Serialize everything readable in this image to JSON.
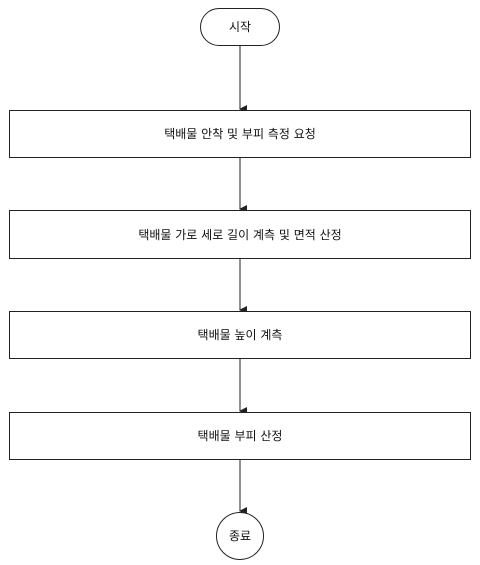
{
  "flowchart": {
    "start": {
      "label": "시작"
    },
    "steps": [
      {
        "label": "택배물 안착 및 부피 측정 요청"
      },
      {
        "label": "택배물 가로 세로 길이 계측 및 면적 산정"
      },
      {
        "label": "택배물 높이 계측"
      },
      {
        "label": "택배물 부피 산정"
      }
    ],
    "end": {
      "label": "종료"
    },
    "colors": {
      "line": "#222222",
      "fill": "#ffffff",
      "text": "#111111"
    }
  }
}
